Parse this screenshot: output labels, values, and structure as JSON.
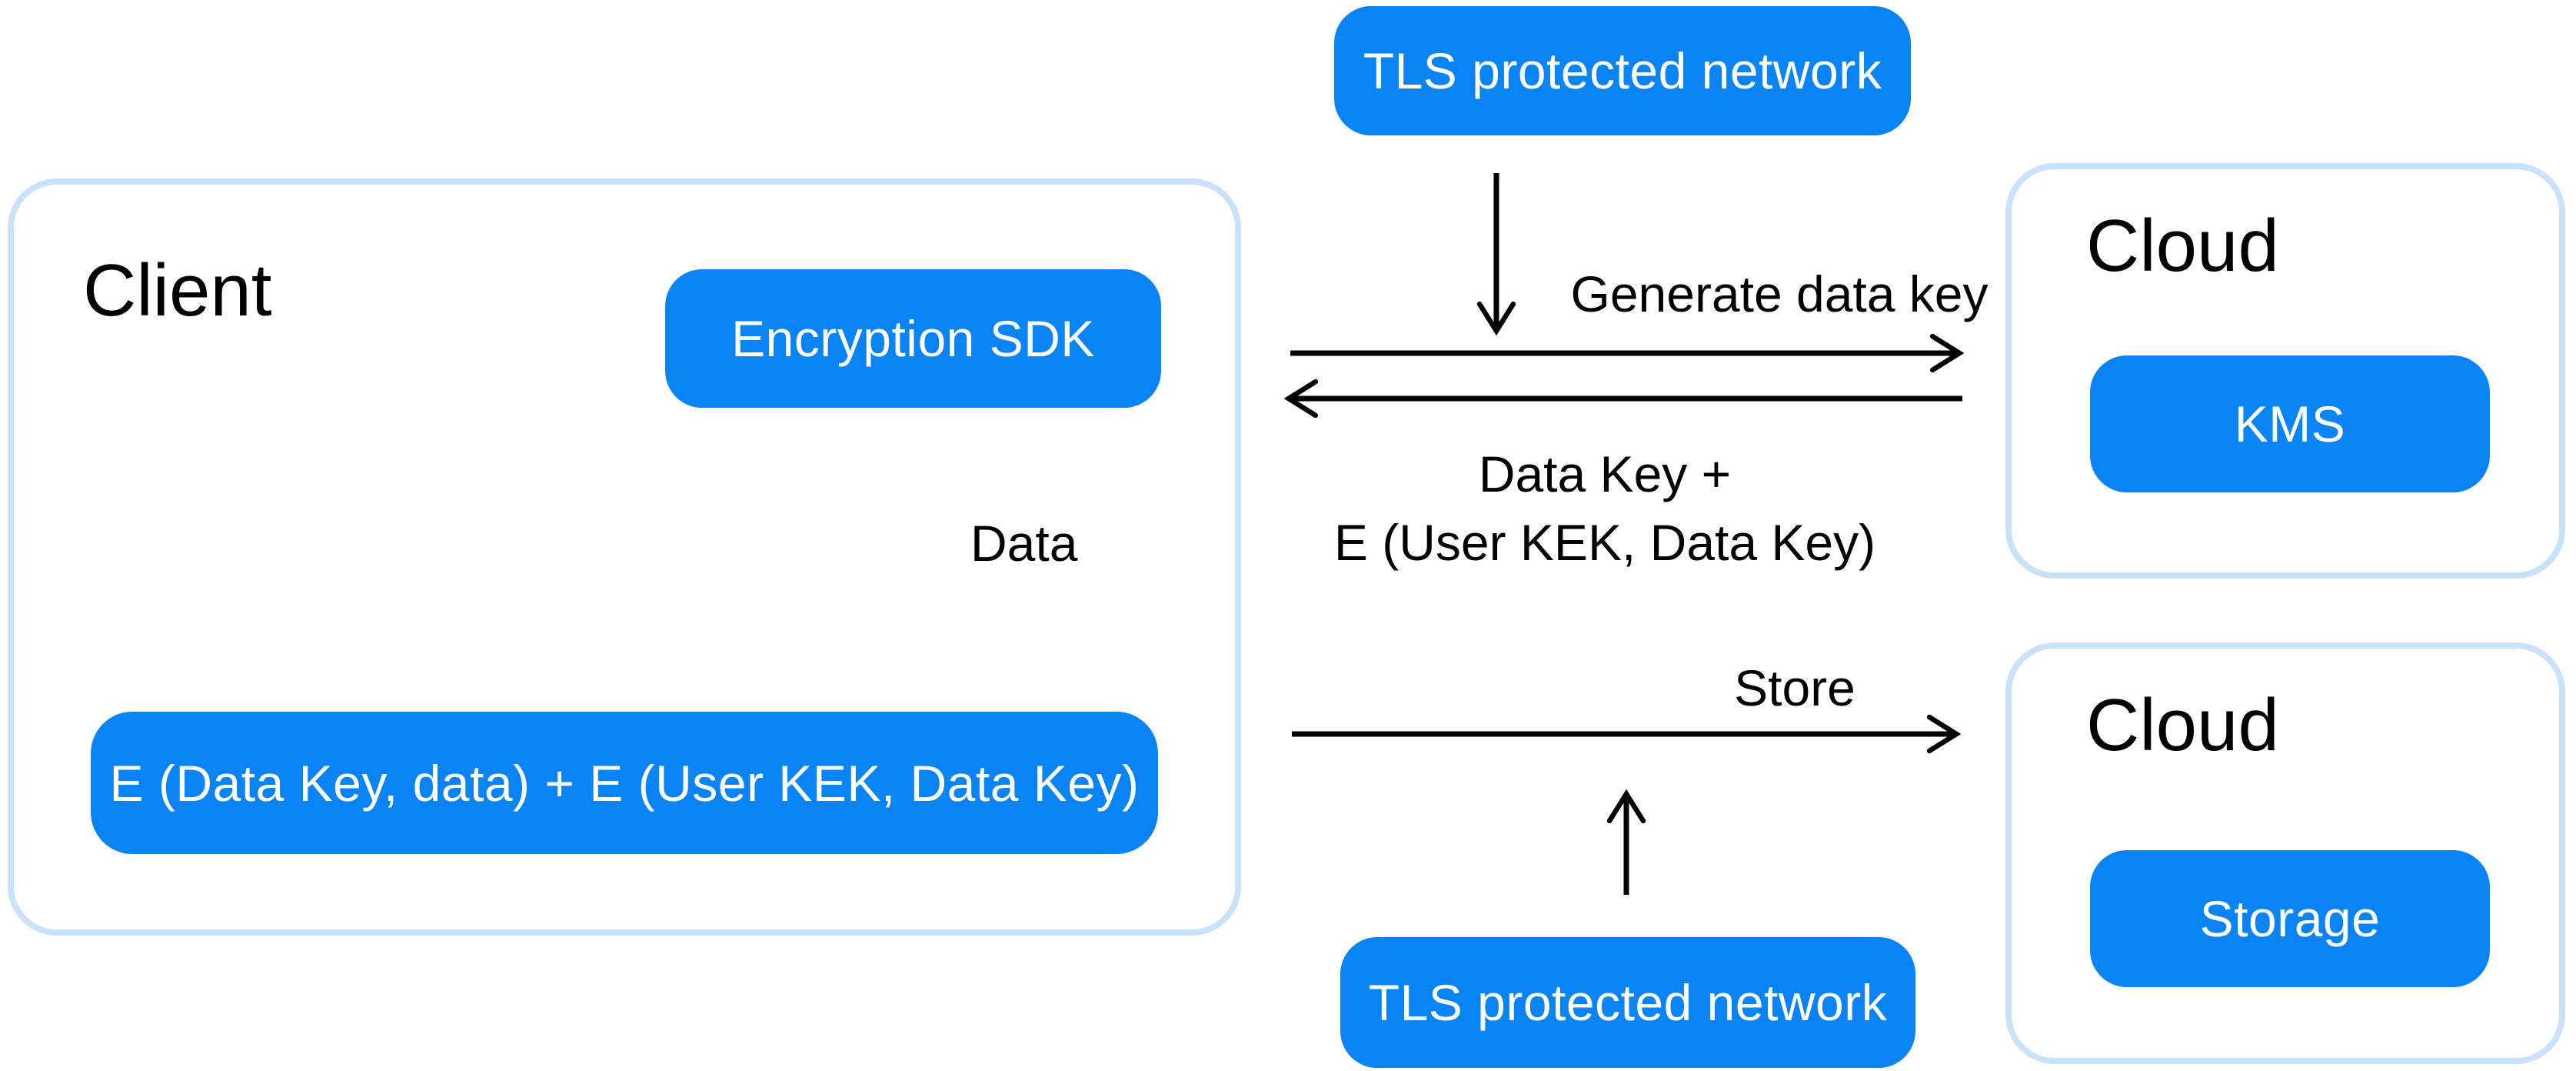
{
  "diagram": {
    "accent_color": "#0a83f5",
    "container_border_color": "#c9e1f9",
    "top_tls_pill": {
      "label": "TLS protected network"
    },
    "bottom_tls_pill": {
      "label": "TLS protected network"
    },
    "client": {
      "title": "Client",
      "encryption_sdk_label": "Encryption SDK",
      "encrypted_result_label": "E (Data Key, data) + E (User KEK, Data Key)"
    },
    "cloud_kms": {
      "title": "Cloud",
      "kms_label": "KMS"
    },
    "cloud_storage": {
      "title": "Cloud",
      "storage_label": "Storage"
    },
    "flows": {
      "data_label": "Data",
      "generate_label": "Generate data key",
      "return_label_line1": "Data Key +",
      "return_label_line2": "E (User KEK, Data Key)",
      "store_label": "Store"
    }
  }
}
